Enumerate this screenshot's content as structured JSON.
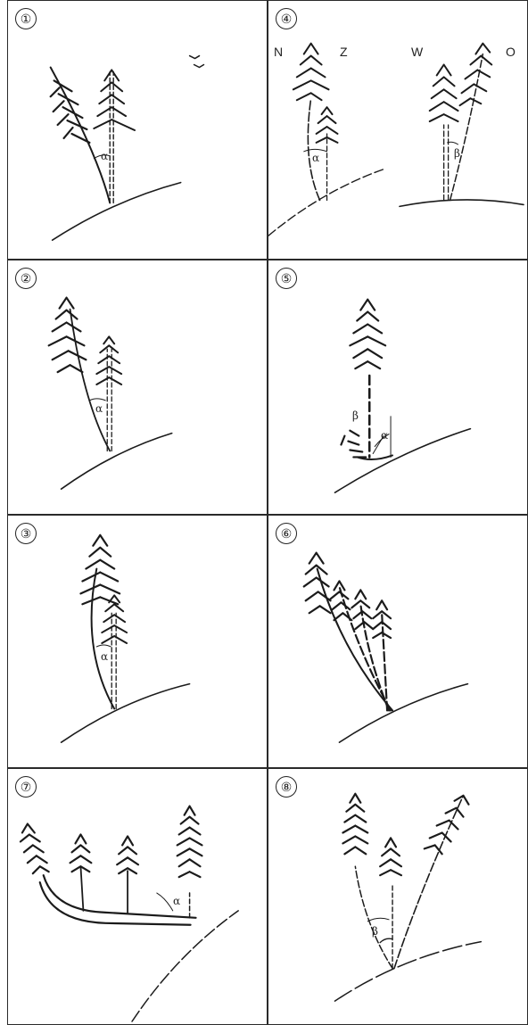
{
  "panels": [
    {
      "number": "①",
      "labels": {
        "alpha": "α"
      }
    },
    {
      "number": "④",
      "labels": {
        "n": "N",
        "z": "Z",
        "w": "W",
        "o": "O",
        "alpha": "α",
        "beta": "β"
      }
    },
    {
      "number": "②",
      "labels": {
        "alpha": "α"
      }
    },
    {
      "number": "⑤",
      "labels": {
        "beta": "β",
        "alpha": "α"
      }
    },
    {
      "number": "③",
      "labels": {
        "alpha": "α"
      }
    },
    {
      "number": "⑥",
      "labels": {}
    },
    {
      "number": "⑦",
      "labels": {
        "alpha": "α"
      }
    },
    {
      "number": "⑧",
      "labels": {
        "beta": "β"
      }
    }
  ]
}
